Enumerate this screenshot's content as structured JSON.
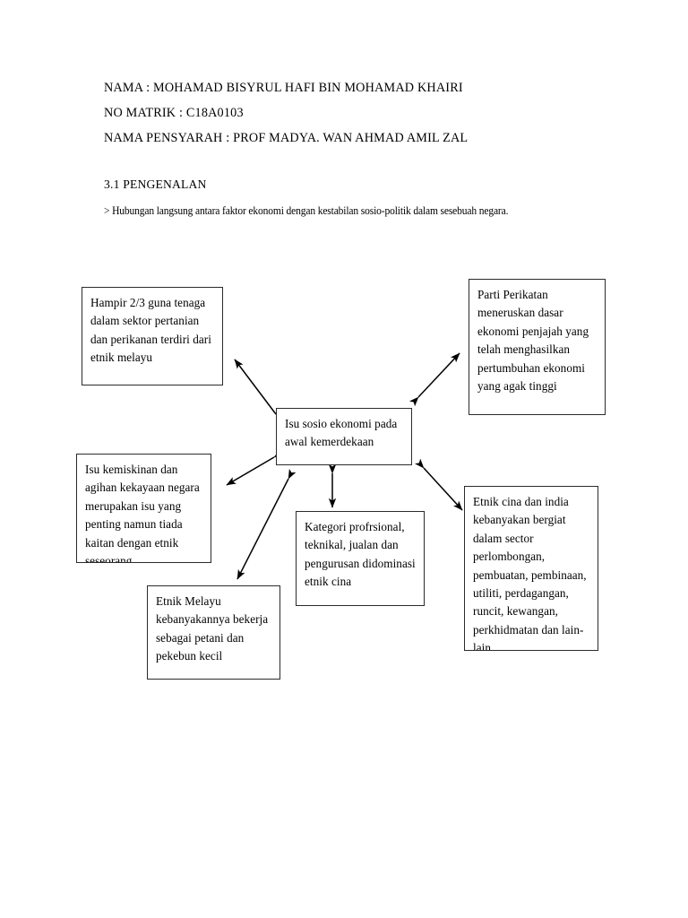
{
  "document": {
    "header_lines": [
      "NAMA : MOHAMAD BISYRUL HAFI BIN MOHAMAD KHAIRI",
      "NO MATRIK : C18A0103",
      "NAMA PENSYARAH : PROF MADYA. WAN AHMAD AMIL ZAL"
    ],
    "section_title": "3.1 PENGENALAN",
    "intro_line": "> Hubungan langsung antara faktor ekonomi dengan kestabilan sosio-politik dalam sesebuah negara."
  },
  "diagram": {
    "type": "mind-map",
    "center": {
      "id": "center",
      "text": "Isu sosio ekonomi pada awal kemerdekaan"
    },
    "nodes": [
      {
        "id": "agriculture",
        "text": "Hampir 2/3 guna tenaga dalam sektor pertanian dan perikanan terdiri dari etnik melayu"
      },
      {
        "id": "alliance",
        "text": "Parti Perikatan meneruskan dasar ekonomi penjajah yang telah menghasilkan pertumbuhan ekonomi yang agak tinggi"
      },
      {
        "id": "poverty",
        "text": "Isu kemiskinan dan agihan kekayaan negara merupakan isu yang penting namun tiada kaitan dengan etnik seseorang"
      },
      {
        "id": "professional",
        "text": "Kategori profrsional, teknikal, jualan dan pengurusan didominasi etnik cina"
      },
      {
        "id": "chinese",
        "text": "Etnik cina dan india kebanyakan bergiat dalam sector perlombongan, pembuatan, pembinaan, utiliti, perdagangan, runcit, kewangan, perkhidmatan dan lain-lain"
      },
      {
        "id": "malay",
        "text": "Etnik Melayu kebanyakannya bekerja sebagai petani dan pekebun kecil"
      }
    ],
    "connectors": [
      {
        "from": "center",
        "to": "agriculture",
        "style": "double-headed"
      },
      {
        "from": "center",
        "to": "alliance",
        "style": "double-headed"
      },
      {
        "from": "center",
        "to": "poverty",
        "style": "double-headed"
      },
      {
        "from": "center",
        "to": "professional",
        "style": "double-headed"
      },
      {
        "from": "center",
        "to": "chinese",
        "style": "double-headed"
      },
      {
        "from": "center",
        "to": "malay",
        "style": "double-headed"
      }
    ],
    "colors": {
      "page_background": "#ffffff",
      "text": "#000000",
      "box_border": "#2b2b2b",
      "connector": "#000000"
    }
  }
}
